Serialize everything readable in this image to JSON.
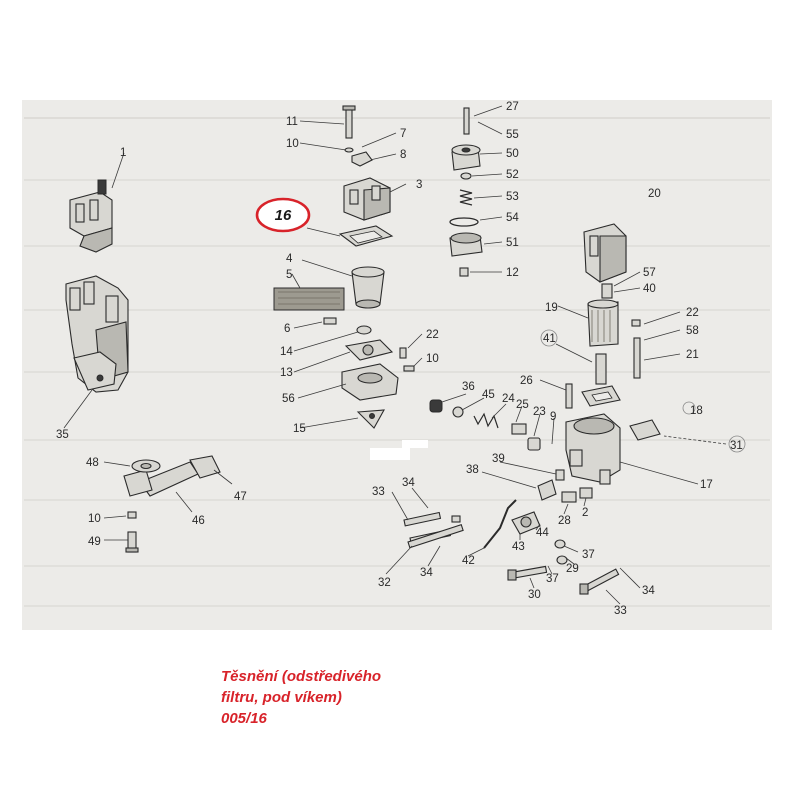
{
  "highlight": {
    "label": "16",
    "color": "#d8232a"
  },
  "caption": {
    "lines": [
      "Těsnění (odstředivého",
      "filtru, pod víkem)",
      "005/16"
    ],
    "color": "#d8232a"
  },
  "callouts": [
    {
      "id": "c1",
      "text": "1"
    },
    {
      "id": "c35",
      "text": "35"
    },
    {
      "id": "c11",
      "text": "11"
    },
    {
      "id": "c10a",
      "text": "10"
    },
    {
      "id": "c7",
      "text": "7"
    },
    {
      "id": "c8",
      "text": "8"
    },
    {
      "id": "c3",
      "text": "3"
    },
    {
      "id": "c4",
      "text": "4"
    },
    {
      "id": "c5",
      "text": "5"
    },
    {
      "id": "c6",
      "text": "6"
    },
    {
      "id": "c14",
      "text": "14"
    },
    {
      "id": "c13",
      "text": "13"
    },
    {
      "id": "c56",
      "text": "56"
    },
    {
      "id": "c15",
      "text": "15"
    },
    {
      "id": "c22a",
      "text": "22"
    },
    {
      "id": "c10b",
      "text": "10"
    },
    {
      "id": "c27",
      "text": "27"
    },
    {
      "id": "c55",
      "text": "55"
    },
    {
      "id": "c50",
      "text": "50"
    },
    {
      "id": "c52",
      "text": "52"
    },
    {
      "id": "c53",
      "text": "53"
    },
    {
      "id": "c54",
      "text": "54"
    },
    {
      "id": "c51",
      "text": "51"
    },
    {
      "id": "c12",
      "text": "12"
    },
    {
      "id": "c20",
      "text": "20"
    },
    {
      "id": "c57",
      "text": "57"
    },
    {
      "id": "c40",
      "text": "40"
    },
    {
      "id": "c19",
      "text": "19"
    },
    {
      "id": "c22b",
      "text": "22"
    },
    {
      "id": "c58",
      "text": "58"
    },
    {
      "id": "c41",
      "text": "41"
    },
    {
      "id": "c21",
      "text": "21"
    },
    {
      "id": "c26",
      "text": "26"
    },
    {
      "id": "c18",
      "text": "18"
    },
    {
      "id": "c36",
      "text": "36"
    },
    {
      "id": "c45",
      "text": "45"
    },
    {
      "id": "c24",
      "text": "24"
    },
    {
      "id": "c25",
      "text": "25"
    },
    {
      "id": "c23",
      "text": "23"
    },
    {
      "id": "c9",
      "text": "9"
    },
    {
      "id": "c31",
      "text": "31"
    },
    {
      "id": "c17",
      "text": "17"
    },
    {
      "id": "c38",
      "text": "38"
    },
    {
      "id": "c39",
      "text": "39"
    },
    {
      "id": "c48",
      "text": "48"
    },
    {
      "id": "c47",
      "text": "47"
    },
    {
      "id": "c10c",
      "text": "10"
    },
    {
      "id": "c46",
      "text": "46"
    },
    {
      "id": "c49",
      "text": "49"
    },
    {
      "id": "c33a",
      "text": "33"
    },
    {
      "id": "c34a",
      "text": "34"
    },
    {
      "id": "c28",
      "text": "28"
    },
    {
      "id": "c2",
      "text": "2"
    },
    {
      "id": "c42",
      "text": "42"
    },
    {
      "id": "c44",
      "text": "44"
    },
    {
      "id": "c43",
      "text": "43"
    },
    {
      "id": "c37a",
      "text": "37"
    },
    {
      "id": "c34b",
      "text": "34"
    },
    {
      "id": "c32",
      "text": "32"
    },
    {
      "id": "c29",
      "text": "29"
    },
    {
      "id": "c37b",
      "text": "37"
    },
    {
      "id": "c30",
      "text": "30"
    },
    {
      "id": "c34c",
      "text": "34"
    },
    {
      "id": "c33b",
      "text": "33"
    }
  ]
}
